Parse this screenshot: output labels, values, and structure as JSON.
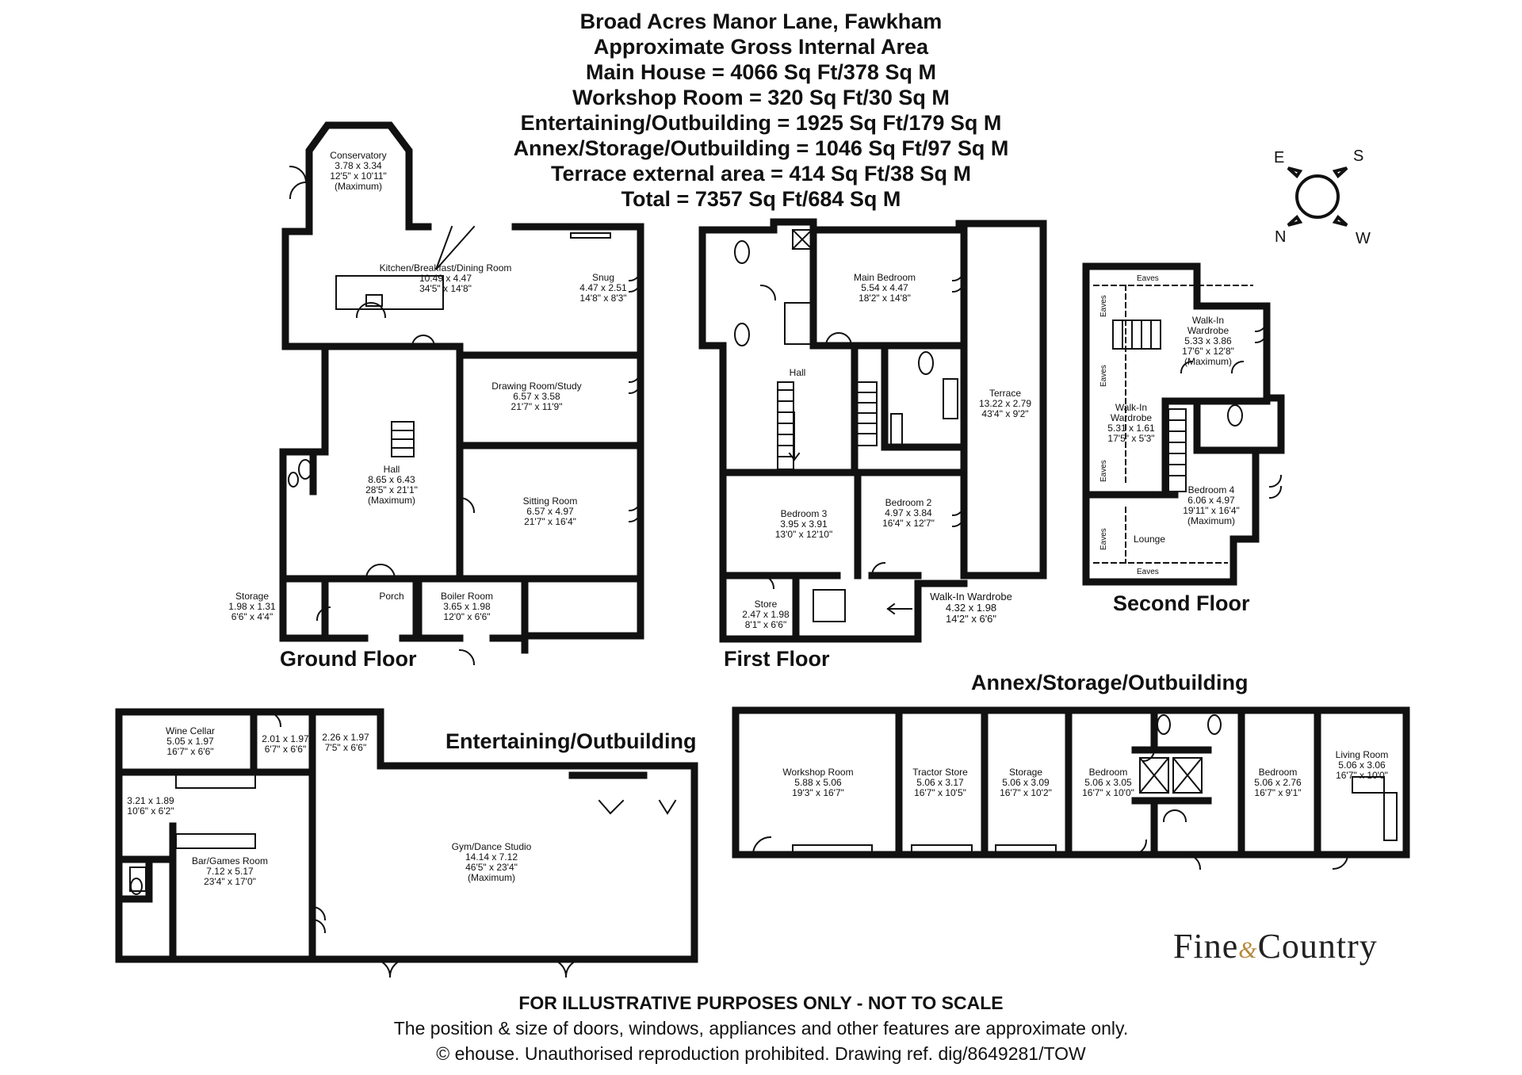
{
  "header": {
    "lines": [
      "Broad Acres Manor Lane, Fawkham",
      "Approximate Gross Internal Area",
      "Main House = 4066 Sq Ft/378 Sq M",
      "Workshop Room = 320 Sq Ft/30 Sq M",
      "Entertaining/Outbuilding = 1925 Sq Ft/179 Sq M",
      "Annex/Storage/Outbuilding = 1046 Sq Ft/97 Sq M",
      "Terrace external area = 414 Sq Ft/38 Sq M",
      "Total = 7357 Sq Ft/684 Sq M"
    ]
  },
  "compass": {
    "e": "E",
    "s": "S",
    "n": "N",
    "w": "W"
  },
  "floors": {
    "ground": "Ground Floor",
    "first": "First Floor",
    "second": "Second Floor",
    "annex": "Annex/Storage/Outbuilding",
    "entertaining": "Entertaining/Outbuilding"
  },
  "rooms": {
    "conservatory": [
      "Conservatory",
      "3.78 x 3.34",
      "12'5\" x 10'11\"",
      "(Maximum)"
    ],
    "kitchen": [
      "Kitchen/Breakfast/Dining Room",
      "10.49 x 4.47",
      "34'5\" x 14'8\""
    ],
    "snug": [
      "Snug",
      "4.47 x 2.51",
      "14'8\" x 8'3\""
    ],
    "drawing": [
      "Drawing Room/Study",
      "6.57 x 3.58",
      "21'7\" x 11'9\""
    ],
    "hall_g": [
      "Hall",
      "8.65 x 6.43",
      "28'5\" x 21'1\"",
      "(Maximum)"
    ],
    "sitting": [
      "Sitting Room",
      "6.57 x 4.97",
      "21'7\" x 16'4\""
    ],
    "storage_g": [
      "Storage",
      "1.98 x 1.31",
      "6'6\" x 4'4\""
    ],
    "porch": [
      "Porch"
    ],
    "boiler": [
      "Boiler Room",
      "3.65 x 1.98",
      "12'0\" x 6'6\""
    ],
    "main_bed": [
      "Main Bedroom",
      "5.54 x 4.47",
      "18'2\" x 14'8\""
    ],
    "hall_f": [
      "Hall"
    ],
    "terrace": [
      "Terrace",
      "13.22 x 2.79",
      "43'4\" x 9'2\""
    ],
    "bed3": [
      "Bedroom 3",
      "3.95 x 3.91",
      "13'0\" x 12'10\""
    ],
    "bed2": [
      "Bedroom 2",
      "4.97 x 3.84",
      "16'4\" x 12'7\""
    ],
    "store": [
      "Store",
      "2.47 x 1.98",
      "8'1\" x 6'6\""
    ],
    "wiw_f": [
      "Walk-In Wardrobe",
      "4.32 x 1.98",
      "14'2\" x 6'6\""
    ],
    "wiw_s1": [
      "Walk-In",
      "Wardrobe",
      "5.33 x 3.86",
      "17'6\" x 12'8\"",
      "(Maximum)"
    ],
    "wiw_s2": [
      "Walk-In",
      "Wardrobe",
      "5.31 x 1.61",
      "17'5\" x 5'3\""
    ],
    "bed4": [
      "Bedroom 4",
      "6.06 x 4.97",
      "19'11\" x 16'4\"",
      "(Maximum)"
    ],
    "lounge": [
      "Lounge"
    ],
    "workshop": [
      "Workshop Room",
      "5.88 x 5.06",
      "19'3\" x 16'7\""
    ],
    "tractor": [
      "Tractor Store",
      "5.06 x 3.17",
      "16'7\" x 10'5\""
    ],
    "storage_a": [
      "Storage",
      "5.06 x 3.09",
      "16'7\" x 10'2\""
    ],
    "bed_a1": [
      "Bedroom",
      "5.06 x 3.05",
      "16'7\" x 10'0\""
    ],
    "bed_a2": [
      "Bedroom",
      "5.06 x 2.76",
      "16'7\" x 9'1\""
    ],
    "living": [
      "Living Room",
      "5.06 x 3.06",
      "16'7\" x 10'0\""
    ],
    "wine": [
      "Wine Cellar",
      "5.05 x 1.97",
      "16'7\" x 6'6\""
    ],
    "small1": [
      "2.01 x 1.97",
      "6'7\" x 6'6\""
    ],
    "small2": [
      "2.26 x 1.97",
      "7'5\" x 6'6\""
    ],
    "small3": [
      "3.21 x 1.89",
      "10'6\" x 6'2\""
    ],
    "bar": [
      "Bar/Games Room",
      "7.12 x 5.17",
      "23'4\" x 17'0\""
    ],
    "gym": [
      "Gym/Dance Studio",
      "14.14 x 7.12",
      "46'5\" x 23'4\"",
      "(Maximum)"
    ]
  },
  "eaves_label": "Eaves",
  "footer": {
    "line1": "FOR ILLUSTRATIVE PURPOSES ONLY - NOT TO SCALE",
    "line2": "The position & size of doors, windows, appliances and other features are approximate only.",
    "line3": "© ehouse. Unauthorised reproduction prohibited. Drawing ref. dig/8649281/TOW"
  },
  "brand": {
    "left": "Fine",
    "amp": "&",
    "right": "Country",
    "accent": "#b58a3c"
  }
}
